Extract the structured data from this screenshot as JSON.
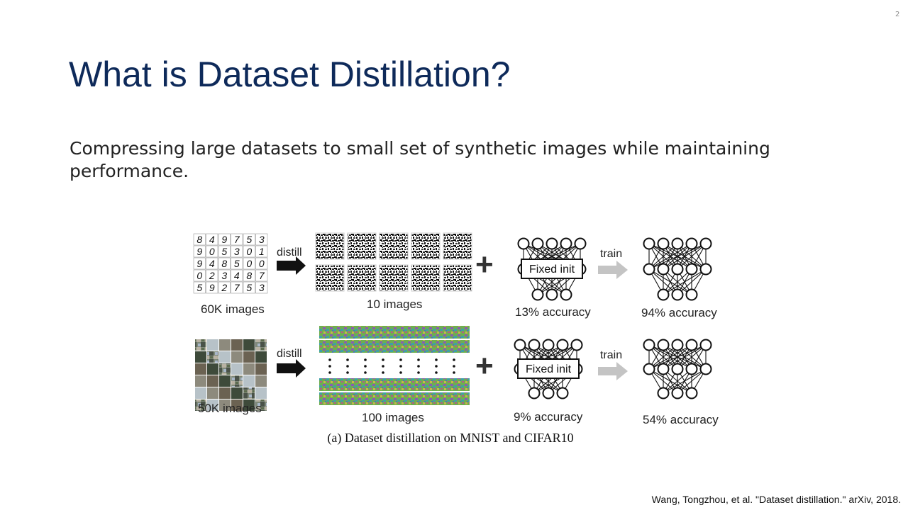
{
  "slide": {
    "number": "2",
    "title": "What is Dataset Distillation?",
    "subtitle": "Compressing large datasets to small set of synthetic images while maintaining performance.",
    "citation": "Wang, Tongzhou, et al. \"Dataset distillation.\" arXiv, 2018."
  },
  "figure": {
    "caption": "(a) Dataset distillation on MNIST and CIFAR10",
    "mnist": {
      "digit_rows": [
        [
          "8",
          "4",
          "9",
          "7",
          "5",
          "3"
        ],
        [
          "9",
          "0",
          "5",
          "3",
          "0",
          "1"
        ],
        [
          "9",
          "4",
          "8",
          "5",
          "0",
          "0"
        ],
        [
          "0",
          "2",
          "3",
          "4",
          "8",
          "7"
        ],
        [
          "5",
          "9",
          "2",
          "7",
          "5",
          "3"
        ]
      ],
      "source_label": "60K images",
      "distill_label": "distill",
      "distilled_label": "10 images",
      "init_box_label": "Fixed init",
      "init_accuracy": "13% accuracy",
      "train_label": "train",
      "trained_accuracy": "94% accuracy"
    },
    "cifar": {
      "source_label": "50K images",
      "distill_label": "distill",
      "distilled_label": "100 images",
      "init_box_label": "Fixed init",
      "init_accuracy": "9% accuracy",
      "train_label": "train",
      "trained_accuracy": "54% accuracy"
    },
    "plus_sign": "+"
  },
  "colors": {
    "title": "#0e2a5a",
    "network": "#111111",
    "train_arrow": "#c4c4c4"
  }
}
